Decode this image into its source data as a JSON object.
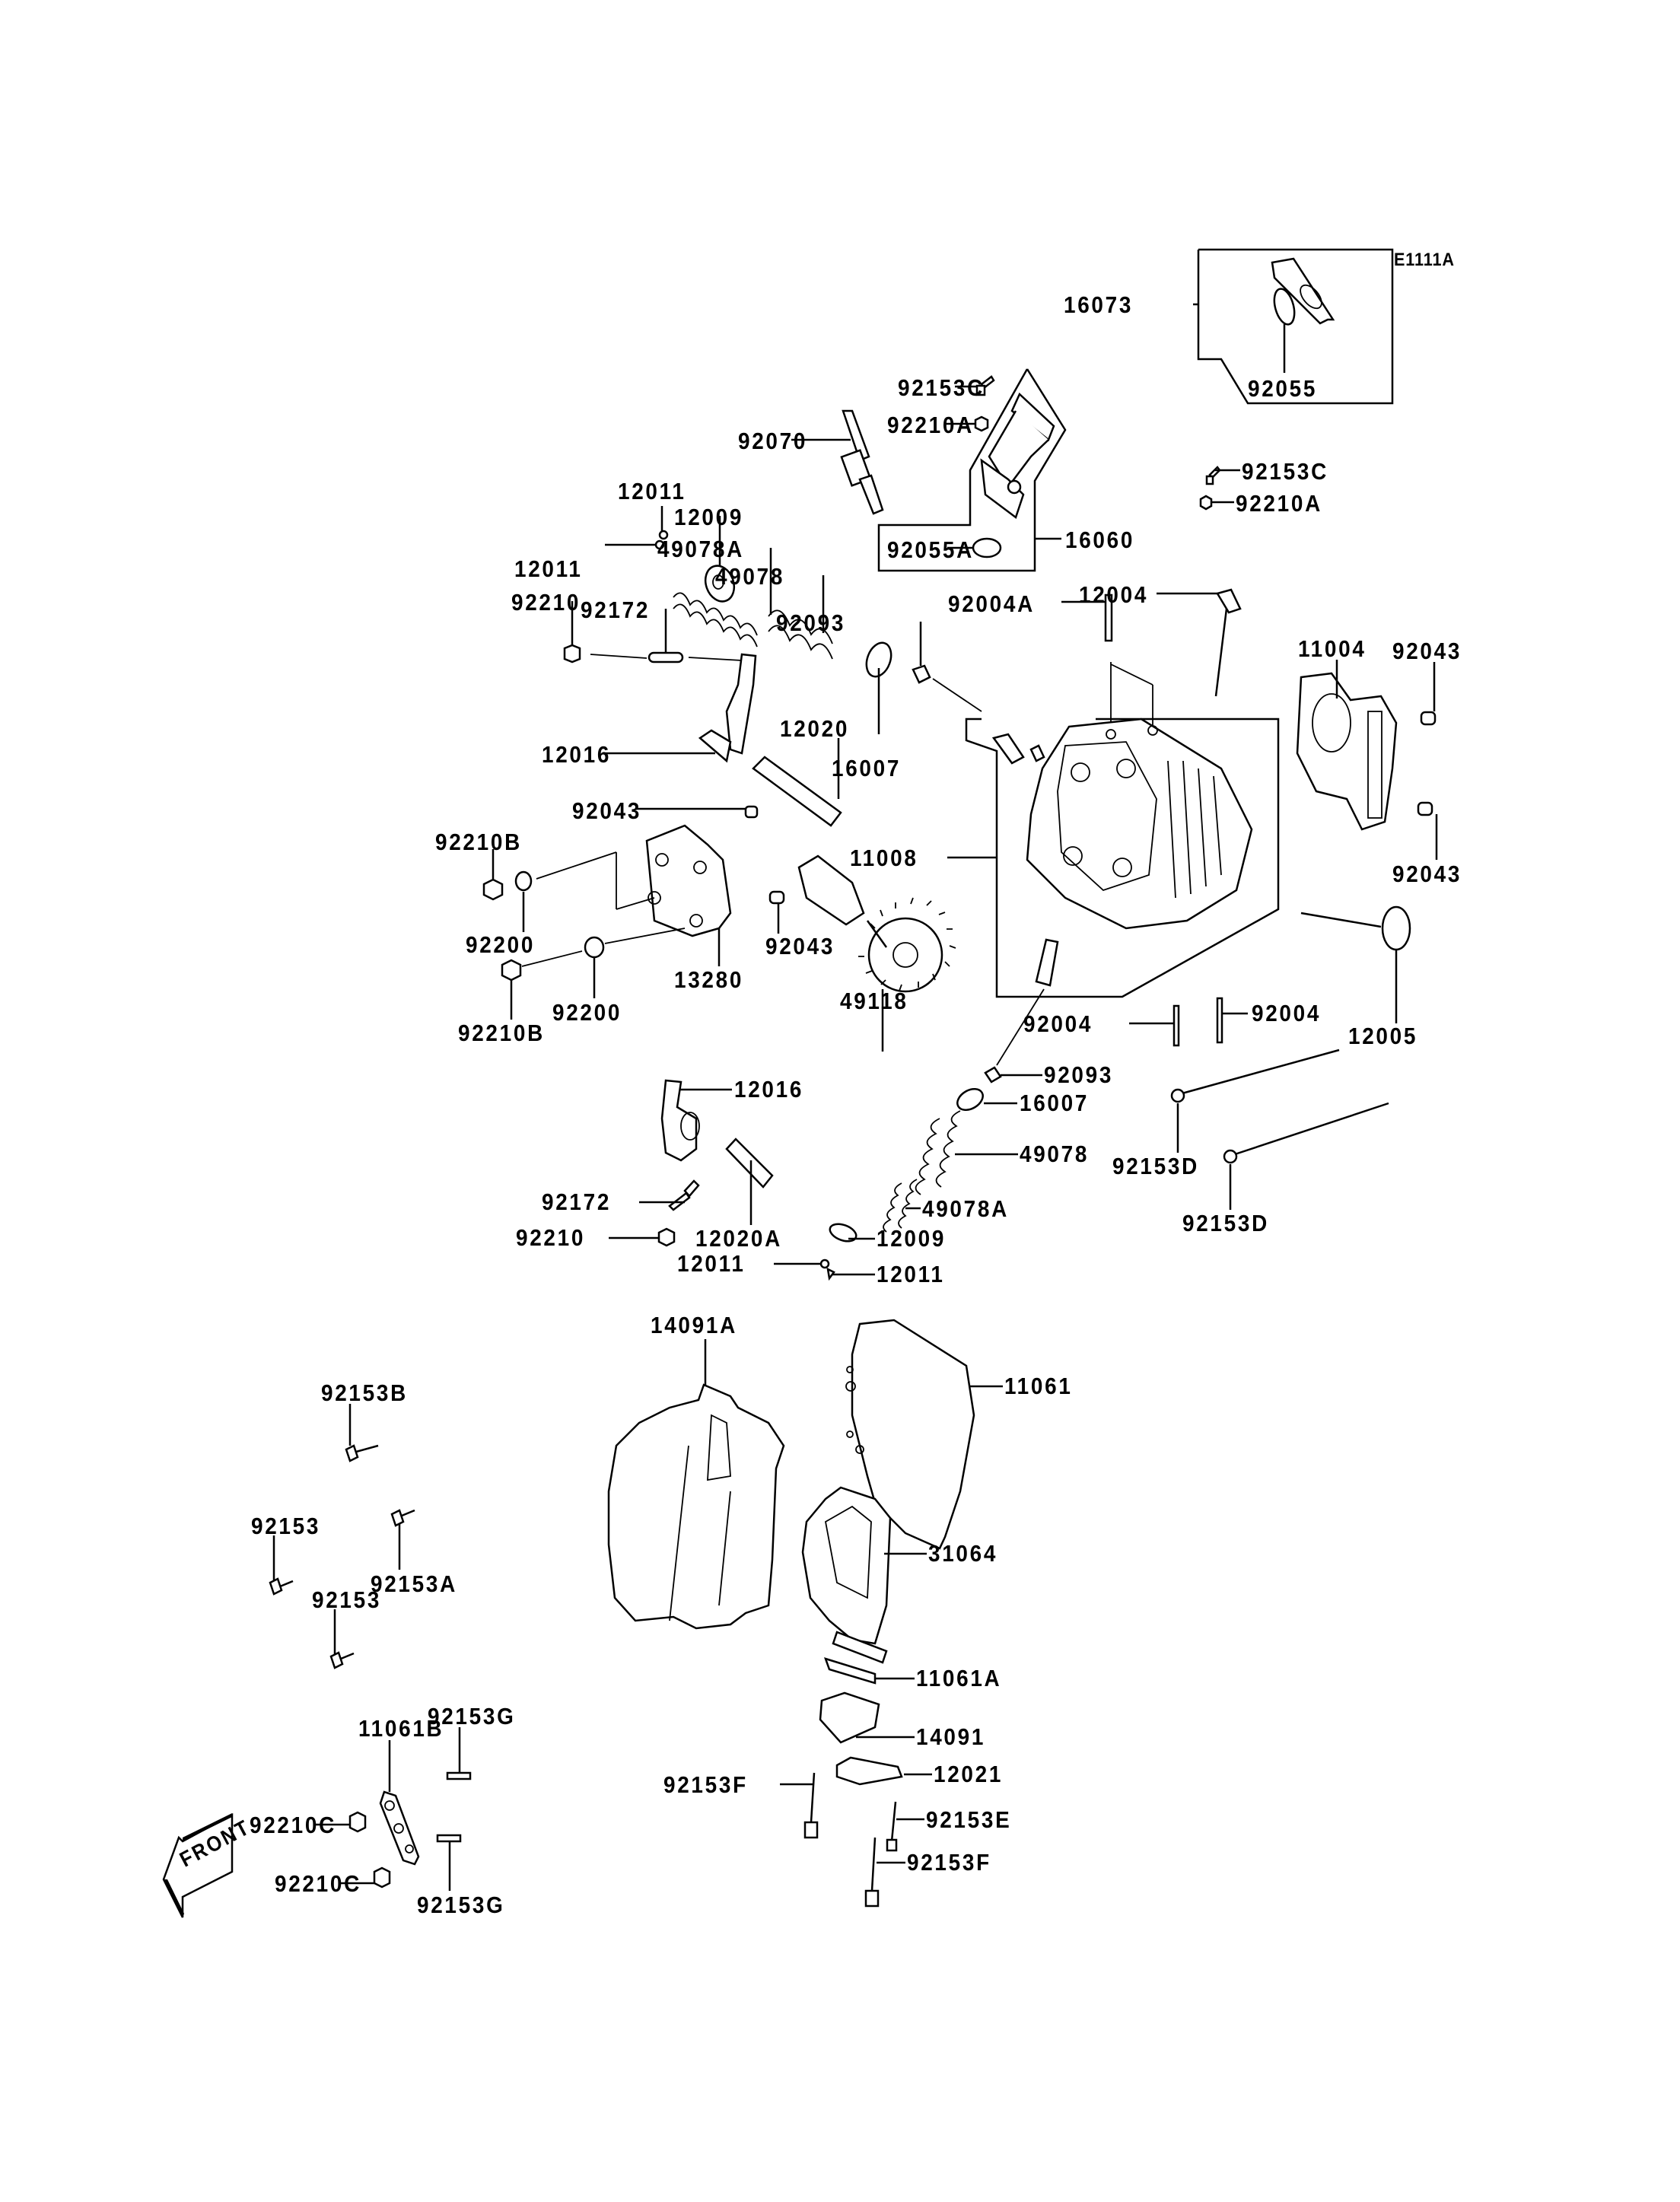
{
  "diagram": {
    "title": "Cylinder Head / Valve Train Parts Diagram",
    "figure_code": "E1111A",
    "front_marker": "FRONT",
    "labels": [
      {
        "id": "l1",
        "text": "16073"
      },
      {
        "id": "l2",
        "text": "92055"
      },
      {
        "id": "l3",
        "text": "92153C"
      },
      {
        "id": "l4",
        "text": "92210A"
      },
      {
        "id": "l5",
        "text": "92153C"
      },
      {
        "id": "l6",
        "text": "92210A"
      },
      {
        "id": "l7",
        "text": "92055A"
      },
      {
        "id": "l8",
        "text": "16060"
      },
      {
        "id": "l9",
        "text": "92070"
      },
      {
        "id": "l10",
        "text": "12011"
      },
      {
        "id": "l11",
        "text": "12009"
      },
      {
        "id": "l12",
        "text": "12011"
      },
      {
        "id": "l13",
        "text": "49078A"
      },
      {
        "id": "l14",
        "text": "49078"
      },
      {
        "id": "l15",
        "text": "92210"
      },
      {
        "id": "l16",
        "text": "92172"
      },
      {
        "id": "l17",
        "text": "92093"
      },
      {
        "id": "l18",
        "text": "92004A"
      },
      {
        "id": "l19",
        "text": "12004"
      },
      {
        "id": "l20",
        "text": "11004"
      },
      {
        "id": "l21",
        "text": "92043"
      },
      {
        "id": "l22",
        "text": "12016"
      },
      {
        "id": "l23",
        "text": "12020"
      },
      {
        "id": "l24",
        "text": "16007"
      },
      {
        "id": "l25",
        "text": "92043"
      },
      {
        "id": "l26",
        "text": "11008"
      },
      {
        "id": "l27",
        "text": "92043"
      },
      {
        "id": "l28",
        "text": "92210B"
      },
      {
        "id": "l29",
        "text": "92200"
      },
      {
        "id": "l30",
        "text": "92043"
      },
      {
        "id": "l31",
        "text": "13280"
      },
      {
        "id": "l32",
        "text": "49118"
      },
      {
        "id": "l33",
        "text": "92200"
      },
      {
        "id": "l34",
        "text": "92210B"
      },
      {
        "id": "l35",
        "text": "92004"
      },
      {
        "id": "l36",
        "text": "92004"
      },
      {
        "id": "l37",
        "text": "12005"
      },
      {
        "id": "l38",
        "text": "12016"
      },
      {
        "id": "l39",
        "text": "92093"
      },
      {
        "id": "l40",
        "text": "16007"
      },
      {
        "id": "l41",
        "text": "49078"
      },
      {
        "id": "l42",
        "text": "92153D"
      },
      {
        "id": "l43",
        "text": "92172"
      },
      {
        "id": "l44",
        "text": "49078A"
      },
      {
        "id": "l45",
        "text": "92210"
      },
      {
        "id": "l46",
        "text": "12020A"
      },
      {
        "id": "l47",
        "text": "12009"
      },
      {
        "id": "l48",
        "text": "92153D"
      },
      {
        "id": "l49",
        "text": "12011"
      },
      {
        "id": "l50",
        "text": "12011"
      },
      {
        "id": "l51",
        "text": "14091A"
      },
      {
        "id": "l52",
        "text": "11061"
      },
      {
        "id": "l53",
        "text": "92153B"
      },
      {
        "id": "l54",
        "text": "31064"
      },
      {
        "id": "l55",
        "text": "92153"
      },
      {
        "id": "l56",
        "text": "92153A"
      },
      {
        "id": "l57",
        "text": "92153"
      },
      {
        "id": "l58",
        "text": "11061A"
      },
      {
        "id": "l59",
        "text": "92153G"
      },
      {
        "id": "l60",
        "text": "11061B"
      },
      {
        "id": "l61",
        "text": "14091"
      },
      {
        "id": "l62",
        "text": "92153F"
      },
      {
        "id": "l63",
        "text": "12021"
      },
      {
        "id": "l64",
        "text": "92210C"
      },
      {
        "id": "l65",
        "text": "92153E"
      },
      {
        "id": "l66",
        "text": "92210C"
      },
      {
        "id": "l67",
        "text": "92153F"
      },
      {
        "id": "l68",
        "text": "92153G"
      }
    ]
  }
}
